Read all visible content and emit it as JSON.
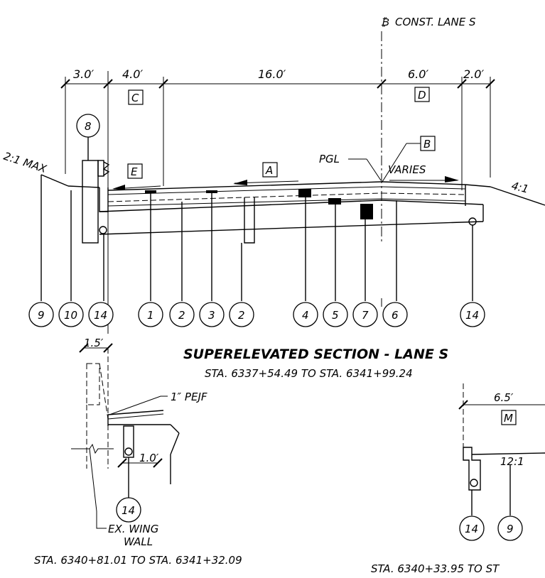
{
  "header": {
    "baseline_symbol": "₿",
    "baseline_label": "CONST. LANE S"
  },
  "dimensions": {
    "d_3_0": "3.0′",
    "d_4_0": "4.0′",
    "d_16_0": "16.0′",
    "d_6_0": "6.0′",
    "d_2_0": "2.0′",
    "d_1_5": "1.5′",
    "d_1_0": "1.0′",
    "d_6_5": "6.5′"
  },
  "letter_boxes": {
    "A": "A",
    "B": "B",
    "C": "C",
    "D": "D",
    "E": "E",
    "M": "M"
  },
  "slope_labels": {
    "max_2_1": "2:1 MAX",
    "slope_4_1": "4:1",
    "slope_12_1": "12:1",
    "varies": "VARIES",
    "pgl": "PGL"
  },
  "bubbles": {
    "top": "8",
    "row": [
      "9",
      "10",
      "14",
      "1",
      "2",
      "3",
      "2",
      "4",
      "5",
      "7",
      "6",
      "14"
    ],
    "detail_left": "14",
    "detail_right": [
      "14",
      "9"
    ]
  },
  "titles": {
    "section_title": "SUPERELEVATED SECTION - LANE S",
    "section_station": "STA. 6337+54.49 TO STA. 6341+99.24"
  },
  "detail_left": {
    "pejf_note": "1″ PEJF",
    "wing_wall_1": "EX. WING",
    "wing_wall_2": "WALL",
    "station": "STA. 6340+81.01 TO STA. 6341+32.09"
  },
  "detail_right": {
    "station": "STA. 6340+33.95 TO ST"
  }
}
